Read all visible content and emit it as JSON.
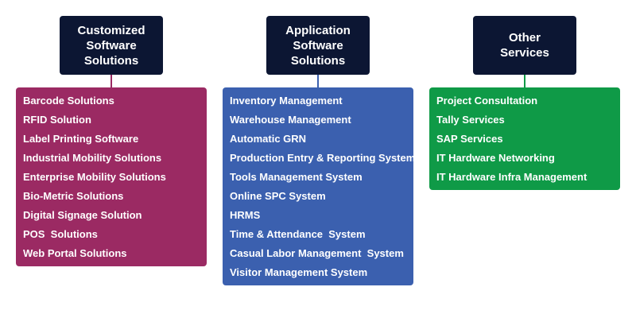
{
  "columns": [
    {
      "title": "Customized\nSoftware\nSolutions",
      "color": "#9b2a63",
      "items": [
        "Barcode Solutions",
        "RFID Solution",
        "Label Printing Software",
        "Industrial Mobility Solutions",
        "Enterprise Mobility Solutions",
        "Bio-Metric Solutions",
        "Digital Signage Solution",
        "POS  Solutions",
        "Web Portal Solutions"
      ]
    },
    {
      "title": "Application\nSoftware\nSolutions",
      "color": "#3b60af",
      "items": [
        "Inventory Management",
        "Warehouse Management",
        "Automatic GRN",
        "Production Entry & Reporting System",
        "Tools Management System",
        "Online SPC System",
        "HRMS",
        "Time & Attendance  System",
        "Casual Labor Management  System",
        "Visitor Management System"
      ]
    },
    {
      "title": "Other\nServices",
      "color": "#0f9a47",
      "items": [
        "Project Consultation",
        "Tally Services",
        "SAP Services",
        "IT Hardware Networking",
        "IT Hardware Infra Management"
      ]
    }
  ]
}
